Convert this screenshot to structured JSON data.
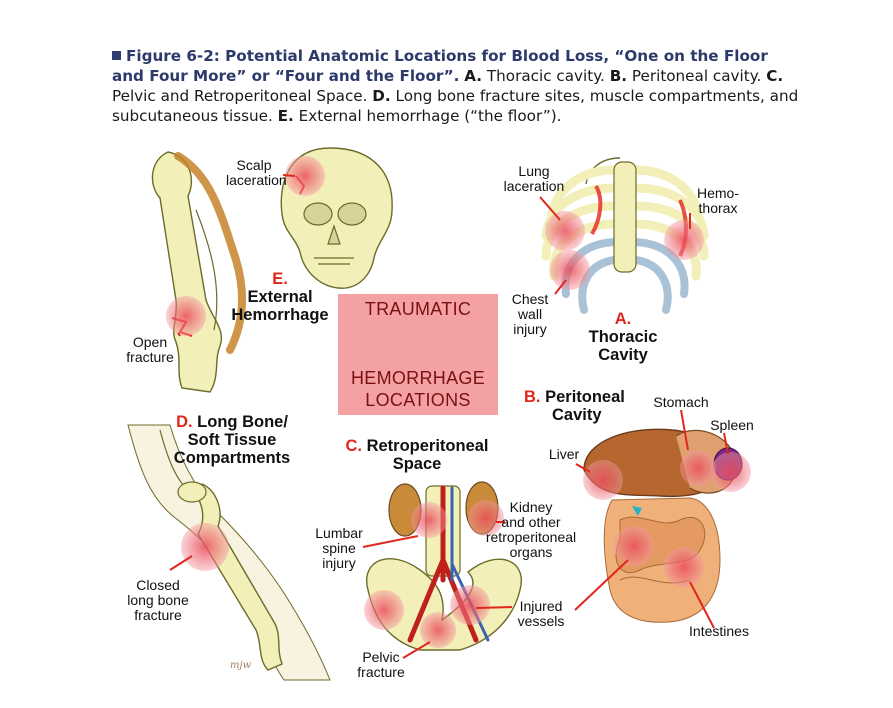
{
  "caption": {
    "figure_label": "Figure 6-2: Potential Anatomic Locations for Blood Loss, “One on the Floor and Four More” or “Four and the Floor”.",
    "a_letter": "A.",
    "a_text": " Thoracic cavity. ",
    "b_letter": "B.",
    "b_text": " Peritoneal cavity. ",
    "c_letter": "C.",
    "c_text": " Pelvic and Retroperitoneal Space. ",
    "d_letter": "D.",
    "d_text": " Long bone fracture sites, muscle compartments, and subcutaneous tissue. ",
    "e_letter": "E.",
    "e_text": " External hemorrhage (“the floor”)."
  },
  "center": {
    "line1": "TRAUMATIC",
    "line2a": "HEMORRHAGE",
    "line2b": "LOCATIONS"
  },
  "panels": {
    "e": {
      "letter": "E.",
      "title_line1": "External",
      "title_line2": "Hemorrhage",
      "labels": {
        "scalp_1": "Scalp",
        "scalp_2": "laceration",
        "open_1": "Open",
        "open_2": "fracture"
      }
    },
    "a": {
      "letter": "A.",
      "title_line1": "Thoracic",
      "title_line2": "Cavity",
      "labels": {
        "lung_1": "Lung",
        "lung_2": "laceration",
        "hemo_1": "Hemo-",
        "hemo_2": "thorax",
        "chest_1": "Chest",
        "chest_2": "wall",
        "chest_3": "injury"
      }
    },
    "b": {
      "letter": "B.",
      "title_line1": "Peritoneal",
      "title_line2": "Cavity",
      "labels": {
        "stomach": "Stomach",
        "spleen": "Spleen",
        "liver": "Liver",
        "intestines": "Intestines"
      }
    },
    "c": {
      "letter": "C.",
      "title_line1": "Retroperitoneal",
      "title_line2": "Space",
      "labels": {
        "kidney_1": "Kidney",
        "kidney_2": "and other",
        "kidney_3": "retroperitoneal",
        "kidney_4": "organs",
        "lumbar_1": "Lumbar",
        "lumbar_2": "spine",
        "lumbar_3": "injury",
        "injured_1": "Injured",
        "injured_2": "vessels",
        "pelvic_1": "Pelvic",
        "pelvic_2": "fracture"
      }
    },
    "d": {
      "letter": "D.",
      "title_line1": "Long Bone/",
      "title_line2": "Soft Tissue",
      "title_line3": "Compartments",
      "labels": {
        "closed_1": "Closed",
        "closed_2": "long bone",
        "closed_3": "fracture"
      }
    }
  },
  "signature": "mjw",
  "colors": {
    "caption_title": "#2c3a6a",
    "panel_letter": "#e1261c",
    "center_box": "#f4a1a4",
    "center_text": "#7a1014",
    "bone": "#f3efb9",
    "injury_highlight": "#ee6f7a"
  }
}
